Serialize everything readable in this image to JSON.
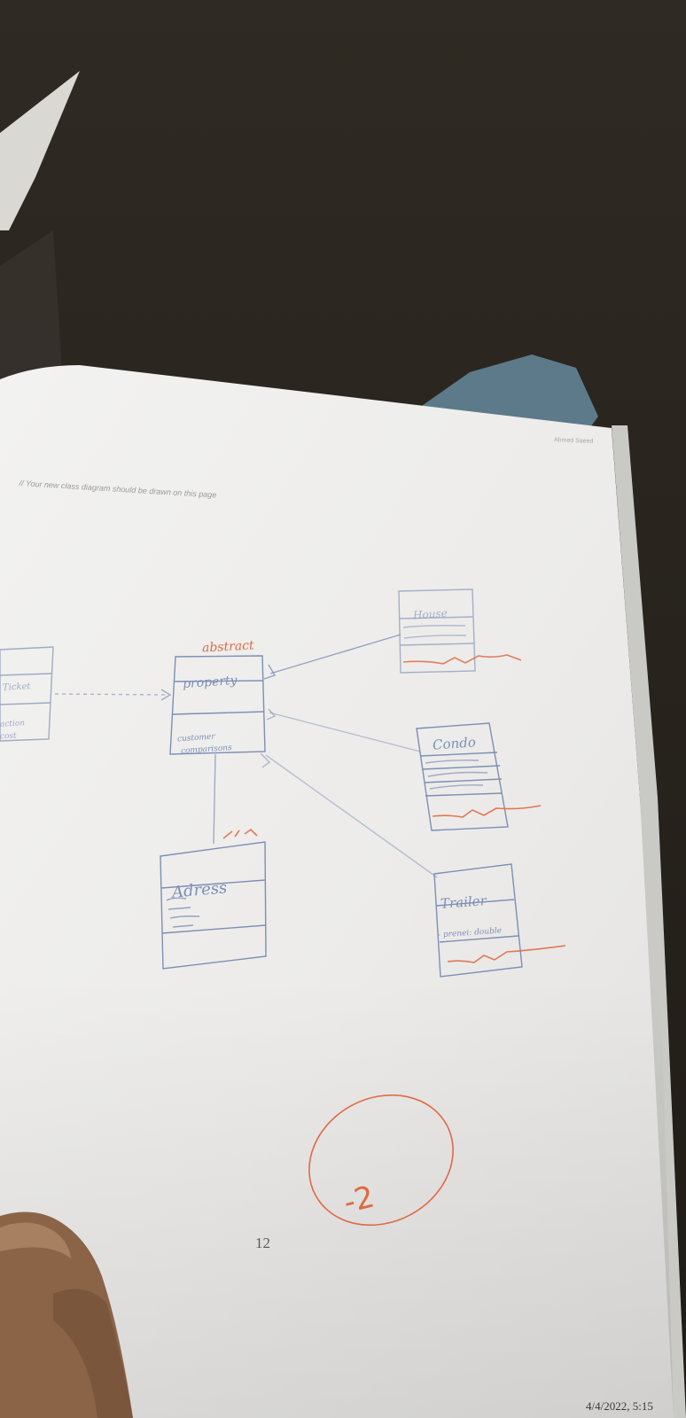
{
  "photo": {
    "subject": "Photo of a printed page with a hand-drawn class diagram",
    "header_note": "Ahmed Saeed",
    "instruction": "// Your new class diagram should be drawn on this page",
    "page_number": "12",
    "timestamp": "4/4/2022, 5:15"
  },
  "diagram": {
    "abstract_note": "abstract",
    "classes": {
      "property": {
        "name": "property",
        "fields": [
          "customer",
          "comparisons"
        ]
      },
      "house": {
        "name": "House"
      },
      "condo": {
        "name": "Condo"
      },
      "trailer": {
        "name": "Trailer",
        "fields": [
          "- prenei: double"
        ]
      },
      "adress": {
        "name": "Adress"
      },
      "ticket": {
        "name": "Ticket",
        "fields": [
          "action",
          "cost"
        ]
      }
    }
  },
  "grading": {
    "deduction": "-2",
    "ink_color": "#df6a45"
  },
  "colors": {
    "paper": "#eeeeec",
    "pencil": "#7d8fb5",
    "red_ink": "#df6a45",
    "background": "#2a251f"
  }
}
